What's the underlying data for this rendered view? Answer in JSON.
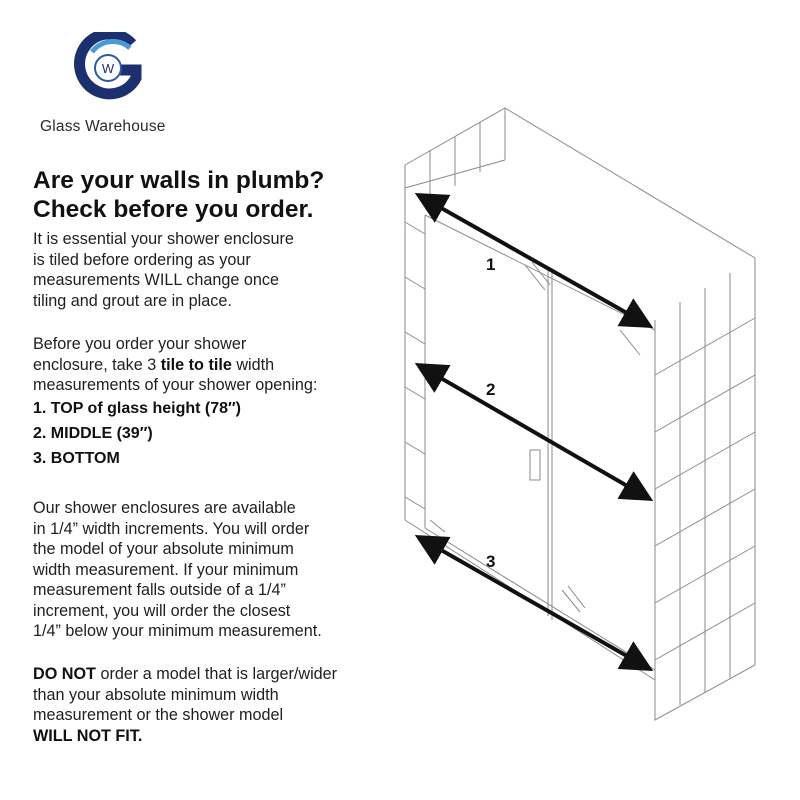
{
  "brand": {
    "name": "Glass Warehouse",
    "logo_letter": "W",
    "colors": {
      "dark": "#1c2f6e",
      "mid": "#2d5aa8",
      "light": "#4a9ad6"
    }
  },
  "headline": {
    "line1": "Are your walls in plumb?",
    "line2": "Check before you order."
  },
  "intro": {
    "lines": [
      "It is essential your shower enclosure",
      "is tiled before ordering as your",
      "measurements WILL change once",
      "tiling and grout are in place."
    ]
  },
  "before": {
    "line1": "Before you order your shower",
    "line2_pre": "enclosure, take 3 ",
    "line2_bold": "tile to tile",
    "line2_post": " width",
    "line3": "measurements of your shower opening:"
  },
  "steps": [
    "1. TOP of glass height (78″)",
    "2. MIDDLE (39″)",
    "3. BOTTOM"
  ],
  "availability": {
    "lines": [
      "Our shower enclosures are available",
      "in 1/4” width increments. You will order",
      "the model of your absolute minimum",
      "width measurement. If your minimum",
      "measurement falls outside of a 1/4”",
      "increment, you will order the closest",
      "1/4” below your minimum measurement."
    ]
  },
  "warning": {
    "bold1": "DO NOT",
    "rest1": " order a model that is larger/wider",
    "line2": "than your absolute minimum width",
    "line3": "measurement or the shower model",
    "bold4": "WILL NOT FIT."
  },
  "diagram": {
    "labels": [
      "1",
      "2",
      "3"
    ],
    "arrow_color": "#111111",
    "line_color": "#8a8a8a"
  }
}
